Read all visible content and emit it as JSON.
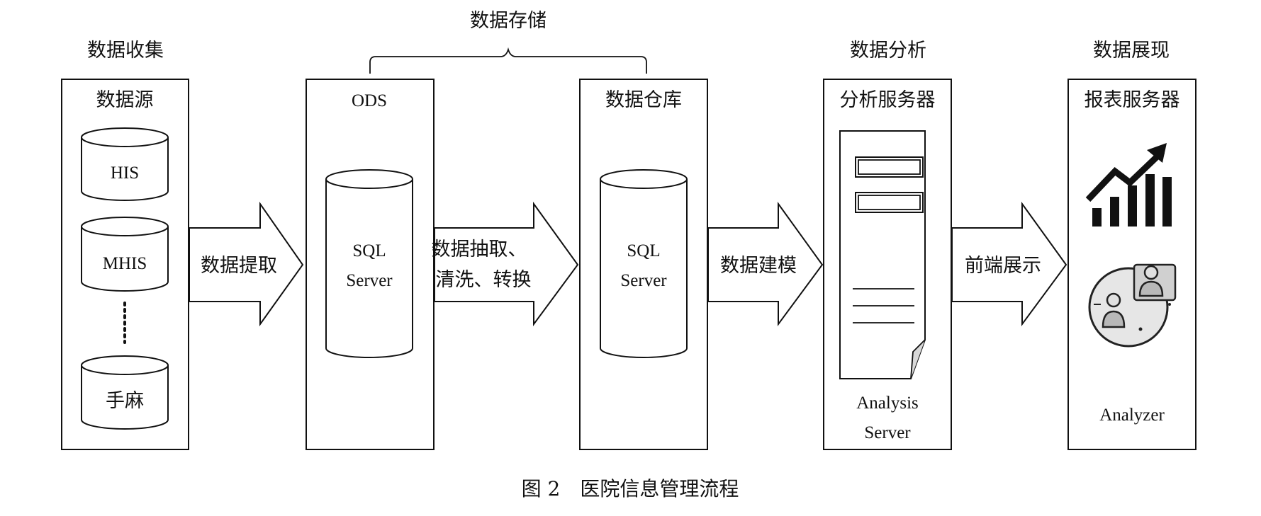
{
  "stages": {
    "collect": "数据收集",
    "storage": "数据存储",
    "analysis": "数据分析",
    "presentation": "数据展现"
  },
  "boxes": {
    "datasource": {
      "title": "数据源",
      "items": [
        "HIS",
        "MHIS",
        "手麻"
      ]
    },
    "ods": {
      "title": "ODS",
      "db_line1": "SQL",
      "db_line2": "Server"
    },
    "warehouse": {
      "title": "数据仓库",
      "db_line1": "SQL",
      "db_line2": "Server"
    },
    "analysis_server": {
      "title": "分析服务器",
      "label_line1": "Analysis",
      "label_line2": "Server"
    },
    "report_server": {
      "title": "报表服务器",
      "label": "Analyzer"
    }
  },
  "arrows": {
    "extract": "数据提取",
    "etl_line1": "数据抽取、",
    "etl_line2": "清洗、转换",
    "modeling": "数据建模",
    "frontend": "前端展示"
  },
  "caption": "图 2　医院信息管理流程",
  "icons": {
    "database": "database-cylinder-icon",
    "document": "server-document-icon",
    "chart": "bar-chart-trend-icon",
    "users": "users-analyzer-icon"
  }
}
